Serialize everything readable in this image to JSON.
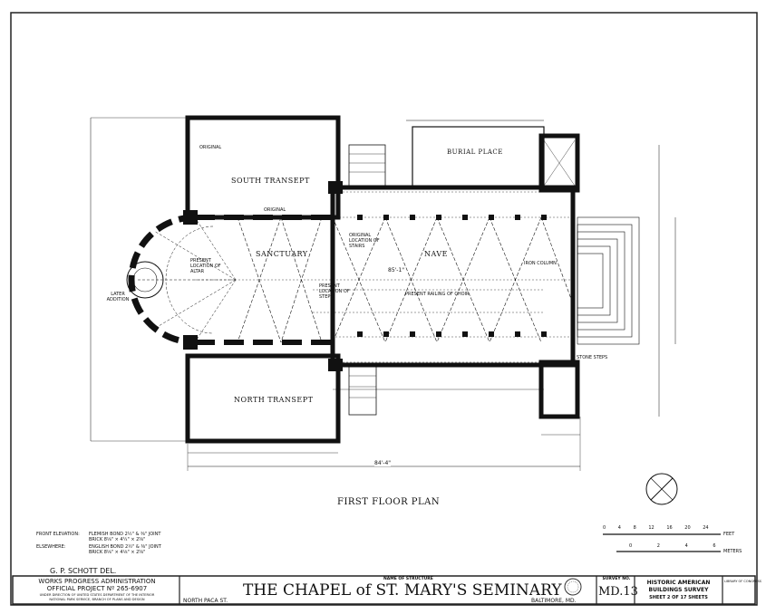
{
  "drawing": {
    "title": "FIRST FLOOR PLAN",
    "rooms": {
      "south_transept": "SOUTH TRANSEPT",
      "north_transept": "NORTH TRANSEPT",
      "sanctuary": "SANCTUARY",
      "nave": "NAVE",
      "burial_place": "BURIAL PLACE",
      "later_addition": "LATER ADDITION",
      "stone_steps": "STONE STEPS"
    },
    "annotations": {
      "original_1": "ORIGINAL",
      "original_2": "ORIGINAL",
      "original_location_stairs": "ORIGINAL LOCATION OF STAIRS",
      "present_location_altar": "PRESENT LOCATION OF ALTAR",
      "present_location_steps": "PRESENT LOCATION OF STEPS",
      "present_railing": "PRESENT RAILING OF CHOIR",
      "iron_column": "IRON COLUMN"
    },
    "dimensions": {
      "nave_length": "85'-1\"",
      "overall_length": "84'-4\""
    },
    "scale": {
      "feet_label": "FEET",
      "feet_ticks": [
        "0",
        "4",
        "8",
        "12",
        "16",
        "20",
        "24"
      ],
      "meters_label": "METERS",
      "meters_ticks": [
        "0",
        "2",
        "4",
        "6"
      ]
    },
    "notes": {
      "front_label": "FRONT ELEVATION:",
      "front_1": "FLEMISH BOND 2½\" & ⅜\" JOINT",
      "front_2": "BRICK 8⅛\" × 4¼\" × 2⅝\"",
      "else_label": "ELSEWHERE:",
      "else_1": "ENGLISH BOND 2½\" & ⅜\" JOINT",
      "else_2": "BRICK 8⅛\" × 4⅛\" × 2⅝\""
    },
    "delineator": "G. P. SCHOTT  DEL."
  },
  "title_block": {
    "wpa_1": "WORKS PROGRESS ADMINISTRATION",
    "wpa_2": "OFFICIAL PROJECT Nº 265-6907",
    "wpa_3": "UNDER DIRECTION OF UNITED STATES DEPARTMENT OF THE INTERIOR",
    "wpa_4": "NATIONAL PARK SERVICE, BRANCH OF PLANS AND DESIGN",
    "street": "NORTH PACA ST.",
    "name_label": "NAME OF STRUCTURE",
    "structure_name": "THE CHAPEL of ST. MARY'S SEMINARY",
    "city": "BALTIMORE, MD.",
    "survey_label": "SURVEY NO.",
    "survey_no": "MD.13",
    "habs_1": "HISTORIC AMERICAN",
    "habs_2": "BUILDINGS SURVEY",
    "sheet": "SHEET 2 OF 17 SHEETS",
    "library": "LIBRARY OF CONGRESS"
  }
}
